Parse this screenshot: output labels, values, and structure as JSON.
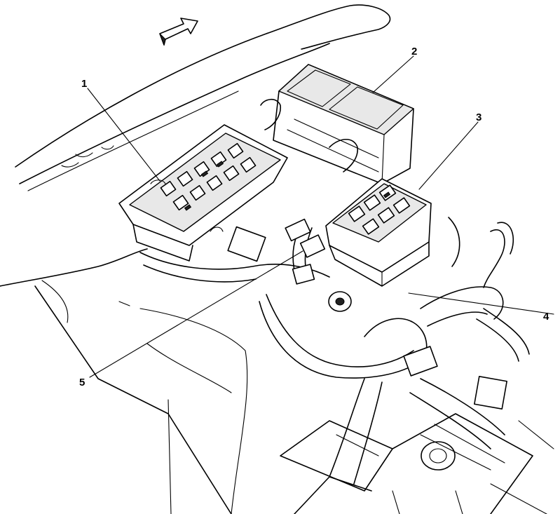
{
  "diagram": {
    "direction_arrow": {
      "icon": "direction-arrow-icon"
    },
    "callouts": [
      {
        "number": "1"
      },
      {
        "number": "2"
      },
      {
        "number": "3"
      },
      {
        "number": "4"
      },
      {
        "number": "5"
      }
    ]
  }
}
